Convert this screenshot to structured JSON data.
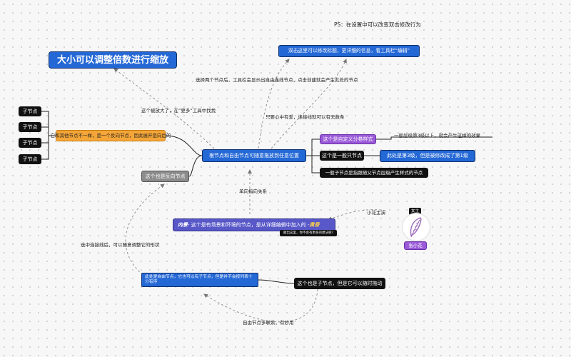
{
  "ps_note": "PS：在设置中可以改变双击修改行为",
  "nodes": {
    "title": "大小可以调整倍数进行缩放",
    "edit_title": "双击这里可以修改标题，更详细的信息，看工具栏“编辑”",
    "root": "根节点和自由节点可随意拖放到任意位置",
    "orange": "它和其他节点不一样，是一个反向节点，因此展开是向后的",
    "child": "子节点",
    "reverse2": "这个也是反向节点",
    "custom_style": "这个是自定义分卷样式",
    "general": "这个是一般只节点",
    "level3": "此处是第3级，但是被修改成了第1级",
    "rule": "一般子节点是指跟随父节点层级产生样式的节点",
    "beyond3": "一般层级第3级以上，就会产生这样的效果",
    "scene_prefix": "内景",
    "scene_main": " - 这个是有场景和环境的节点，是从详细编辑中加入的 -",
    "scene_suffix": "黄昏",
    "scene_tip": "献出这里，你不会有更多的想法呢?",
    "free": "此处是自由节点，它也可以有子节点，但是并不会按列表十分有序",
    "free_child": "这个也是子节点，但是它可以随时拖动"
  },
  "labels": {
    "select_two": "选择两个节点后，工具栏会显示出自由连线节点，点击创建就会产生此处的节点",
    "more_tools": "这个被放大了，在“更多”工具中找找",
    "multi_link": "只要心中有爱，连接线就可以有无数条",
    "one_way": "单向指向关系",
    "xiaohua_main": "小花主演",
    "adjust_shape": "选中连接线后，可以随意调整它的形状",
    "free_multi": "自由节点多联系，有妙用"
  },
  "character": {
    "badge": "女主",
    "name": "张小花",
    "badge_color": "#111111",
    "name_color": "#9a5ad8"
  },
  "colors": {
    "blue": "#2468d6",
    "orange": "#f5a638",
    "purple": "#9a5ad8",
    "indigo": "#5858c8",
    "gray": "#8c8c8c",
    "black": "#111111"
  }
}
